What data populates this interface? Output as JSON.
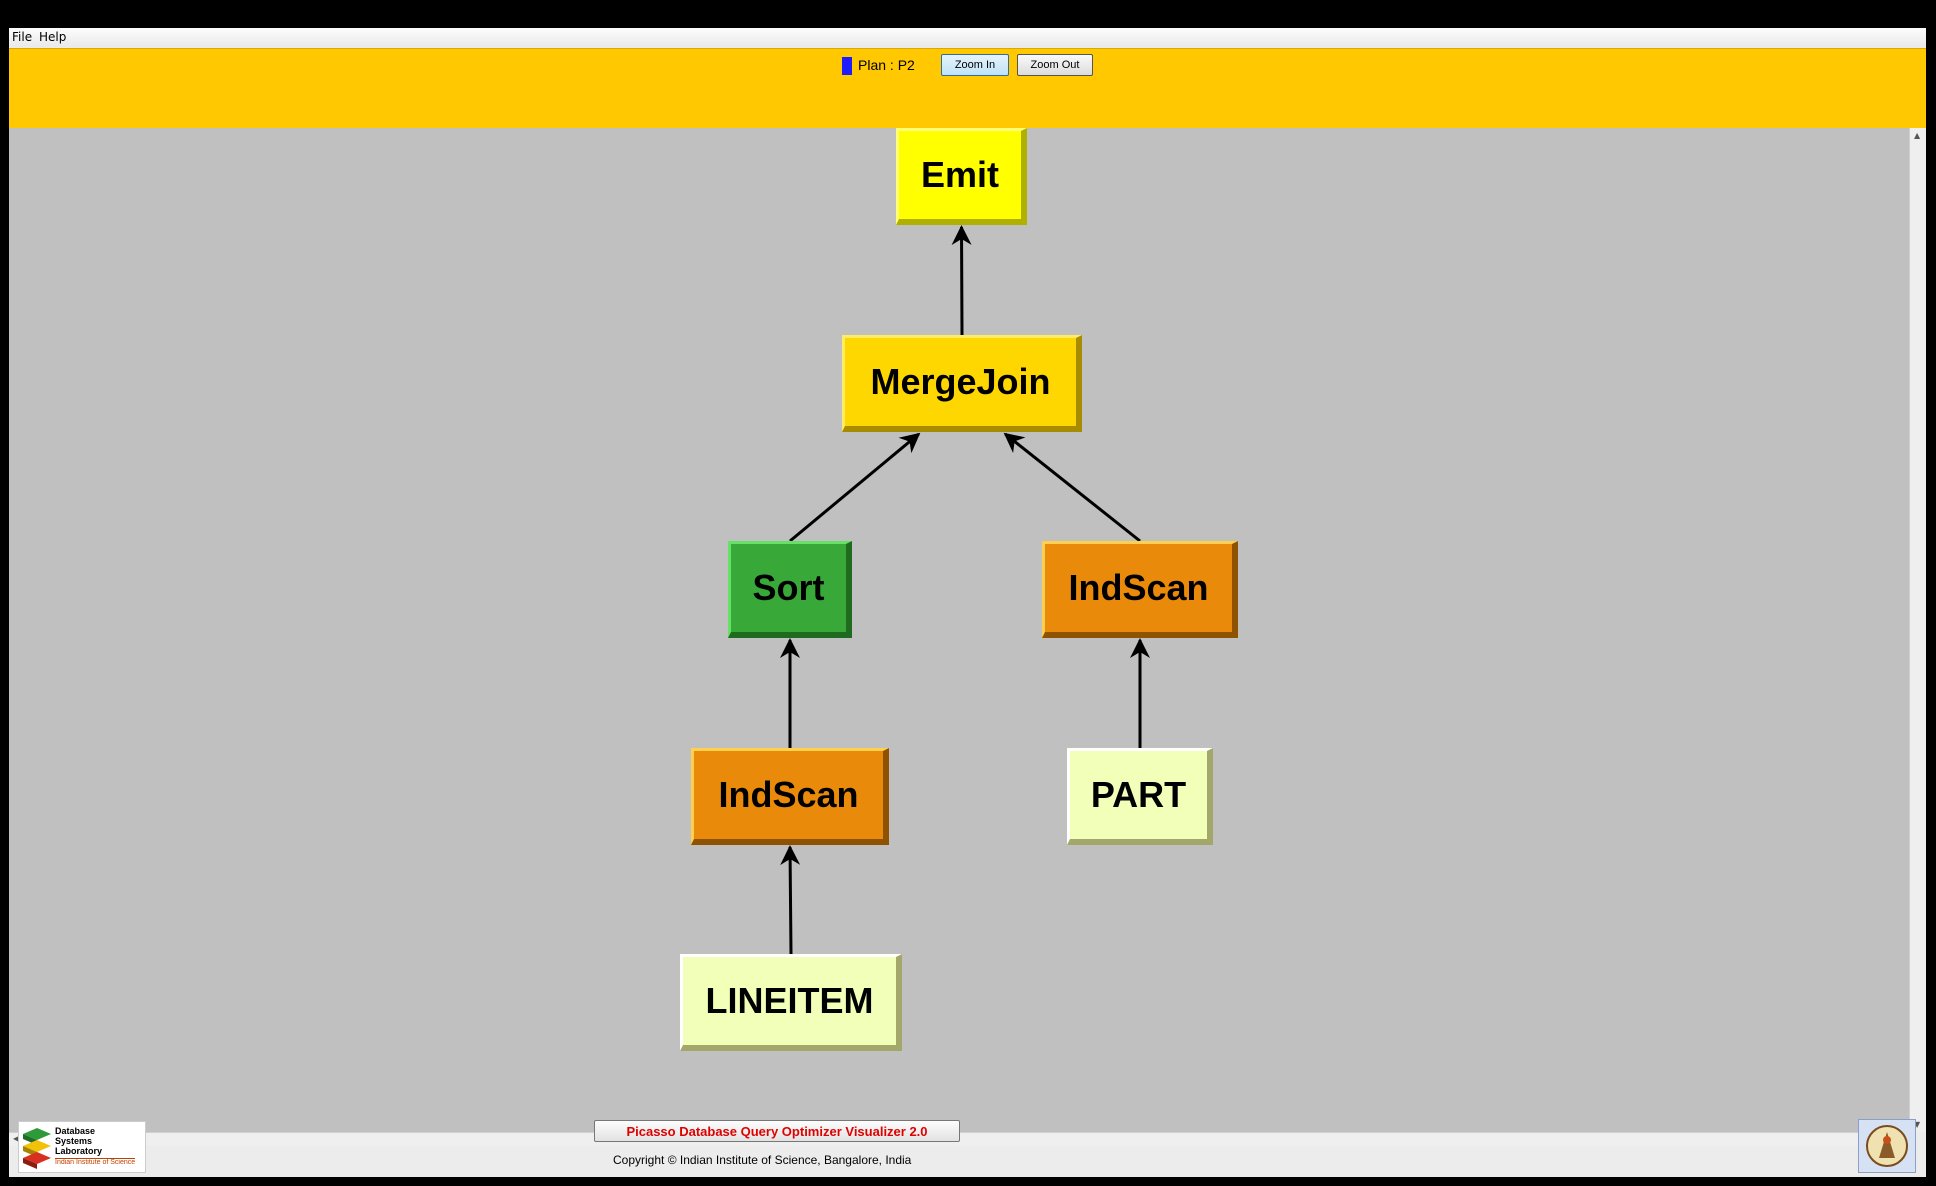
{
  "menu": {
    "file": "File",
    "help": "Help"
  },
  "toolbar": {
    "plan_label": "Plan : P2",
    "plan_color": "#1c1cff",
    "zoom_in": "Zoom In",
    "zoom_out": "Zoom Out"
  },
  "plan_tree": {
    "nodes": [
      {
        "id": "emit",
        "label": "Emit",
        "type": "operator",
        "color": "#ffff00"
      },
      {
        "id": "mergejoin",
        "label": "MergeJoin",
        "type": "operator",
        "color": "#ffd700"
      },
      {
        "id": "sort",
        "label": "Sort",
        "type": "operator",
        "color": "#38a838"
      },
      {
        "id": "indscan_right",
        "label": "IndScan",
        "type": "operator",
        "color": "#ea8a0a"
      },
      {
        "id": "indscan_left",
        "label": "IndScan",
        "type": "operator",
        "color": "#ea8a0a"
      },
      {
        "id": "part",
        "label": "PART",
        "type": "relation",
        "color": "#f2ffb8"
      },
      {
        "id": "lineitem",
        "label": "LINEITEM",
        "type": "relation",
        "color": "#f2ffb8"
      }
    ],
    "edges": [
      {
        "from": "mergejoin",
        "to": "emit"
      },
      {
        "from": "sort",
        "to": "mergejoin"
      },
      {
        "from": "indscan_right",
        "to": "mergejoin"
      },
      {
        "from": "indscan_left",
        "to": "sort"
      },
      {
        "from": "part",
        "to": "indscan_right"
      },
      {
        "from": "lineitem",
        "to": "indscan_left"
      }
    ]
  },
  "footer": {
    "title": "Picasso Database Query Optimizer Visualizer 2.0",
    "copyright": "Copyright © Indian Institute of Science, Bangalore, India",
    "dsl_logo_line1": "Database",
    "dsl_logo_line2": "Systems",
    "dsl_logo_line3": "Laboratory",
    "dsl_logo_sub": "Indian Institute of Science"
  }
}
